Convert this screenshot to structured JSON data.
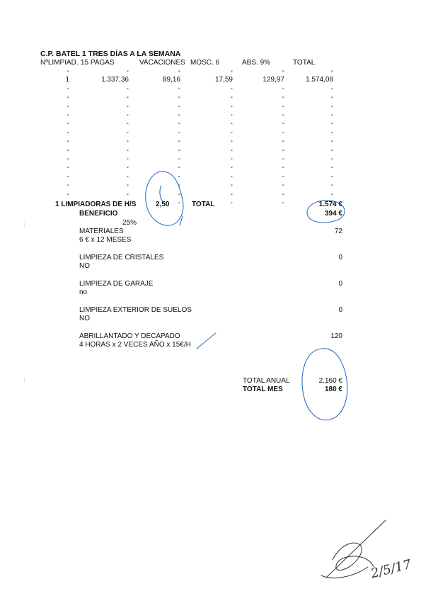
{
  "title": "C.P. BATEL 1 TRES DÍAS A LA SEMANA",
  "headers": [
    "NºLIMPIAD.",
    "15 PAGAS",
    "VACACIONES",
    "MOSC. 6",
    "ABS. 9%",
    "TOTAL"
  ],
  "rows": [
    [
      "-",
      "-",
      "-",
      "-",
      "-",
      "-"
    ],
    [
      "1",
      "1.337,36",
      "89,16",
      "17,59",
      "129,97",
      "1.574,08"
    ],
    [
      "-",
      "-",
      "-",
      "-",
      "-",
      "-"
    ],
    [
      "-",
      "-",
      "-",
      "-",
      "-",
      "-"
    ],
    [
      "-",
      "-",
      "-",
      "-",
      "-",
      "-"
    ],
    [
      "-",
      "-",
      "-",
      "-",
      "-",
      "-"
    ],
    [
      "-",
      "-",
      "-",
      "-",
      "-",
      "-"
    ],
    [
      "-",
      "-",
      "-",
      "-",
      "-",
      "-"
    ],
    [
      "-",
      "-",
      "-",
      "-",
      "-",
      "-"
    ],
    [
      "-",
      "-",
      "-",
      "-",
      "-",
      "-"
    ],
    [
      "-",
      "-",
      "-",
      "-",
      "-",
      "-"
    ],
    [
      "-",
      "-",
      "-",
      "-",
      "-",
      "-"
    ],
    [
      "-",
      "-",
      "-",
      "-",
      "-",
      "-"
    ],
    [
      "-",
      "-",
      "-",
      "-",
      "-",
      "-"
    ],
    [
      "-",
      "-",
      "-",
      "-",
      "-",
      "-"
    ],
    [
      "-",
      "-",
      "-",
      "-",
      "-",
      "-"
    ]
  ],
  "summary": {
    "label": "1 LIMPIADORAS DE H/S",
    "hours": "2,50",
    "total_label": "TOTAL",
    "total_value": "1.574 €"
  },
  "beneficio": {
    "label": "BENEFICIO",
    "pct": "25%",
    "value": "394 €"
  },
  "items": [
    {
      "label": "MATERIALES",
      "detail": "6 €  x  12 MESES",
      "value": "72"
    },
    {
      "label": "LIMPIEZA DE CRISTALES",
      "detail": "NO",
      "value": "0"
    },
    {
      "label": "LIMPIEZA DE GARAJE",
      "detail": "no",
      "value": "0"
    },
    {
      "label": "LIMPIEZA EXTERIOR DE SUELOS",
      "detail": "NO",
      "value": "0"
    },
    {
      "label": "ABRILLANTADO Y DECAPADO",
      "detail": "4 HORAS x 2 VECES AÑO x 15€/H",
      "value": "120"
    }
  ],
  "totals": {
    "annual_label": "TOTAL ANUAL",
    "annual_value": "2.160 €",
    "month_label": "TOTAL MES",
    "month_value": "180 €"
  },
  "handwritten_date": "2/5/17",
  "colors": {
    "text": "#111111",
    "ink_blue": "#2f6fc4",
    "signature": "#333333"
  }
}
